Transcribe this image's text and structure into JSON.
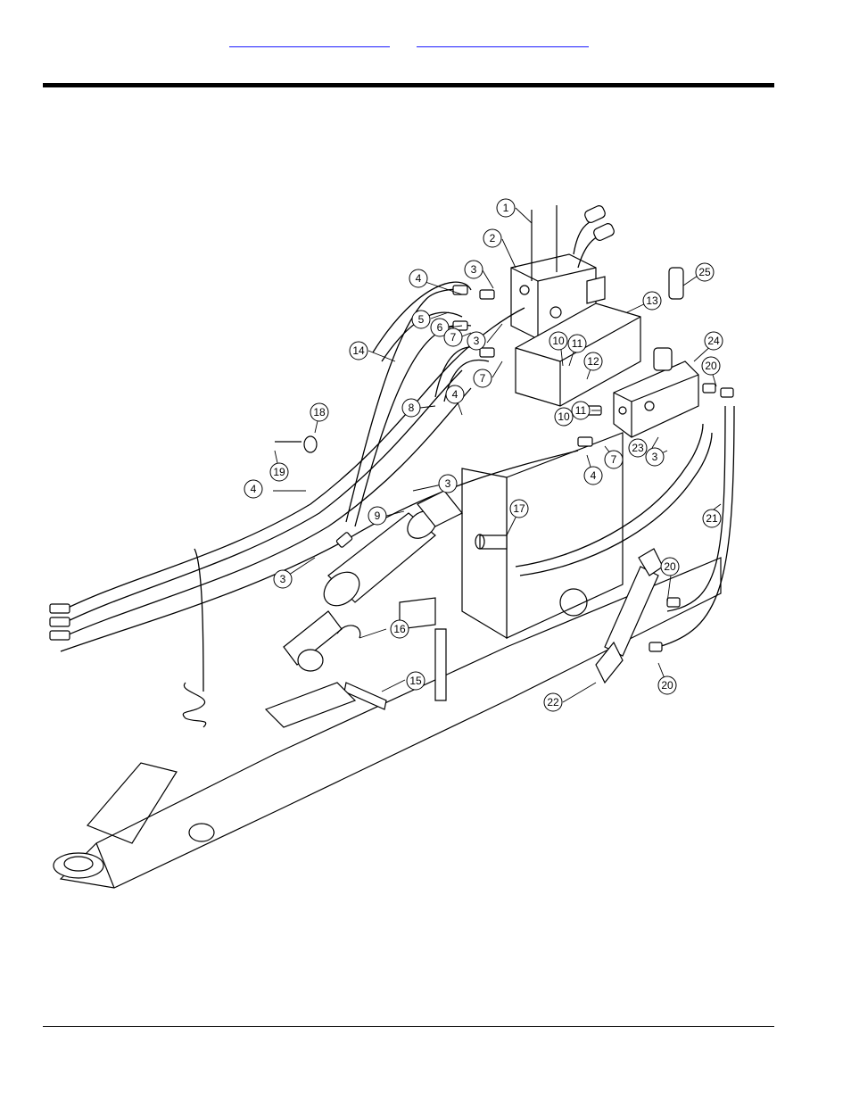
{
  "header": {
    "links": [
      {
        "label": ""
      },
      {
        "label": ""
      }
    ]
  },
  "diagram": {
    "callouts": [
      "1",
      "2",
      "3",
      "4",
      "5",
      "6",
      "7",
      "3",
      "7",
      "10",
      "11",
      "13",
      "25",
      "24",
      "20",
      "12",
      "14",
      "8",
      "4",
      "18",
      "19",
      "10",
      "11",
      "23",
      "3",
      "4",
      "7",
      "3",
      "9",
      "17",
      "4",
      "21",
      "3",
      "20",
      "16",
      "15",
      "22",
      "20"
    ]
  }
}
